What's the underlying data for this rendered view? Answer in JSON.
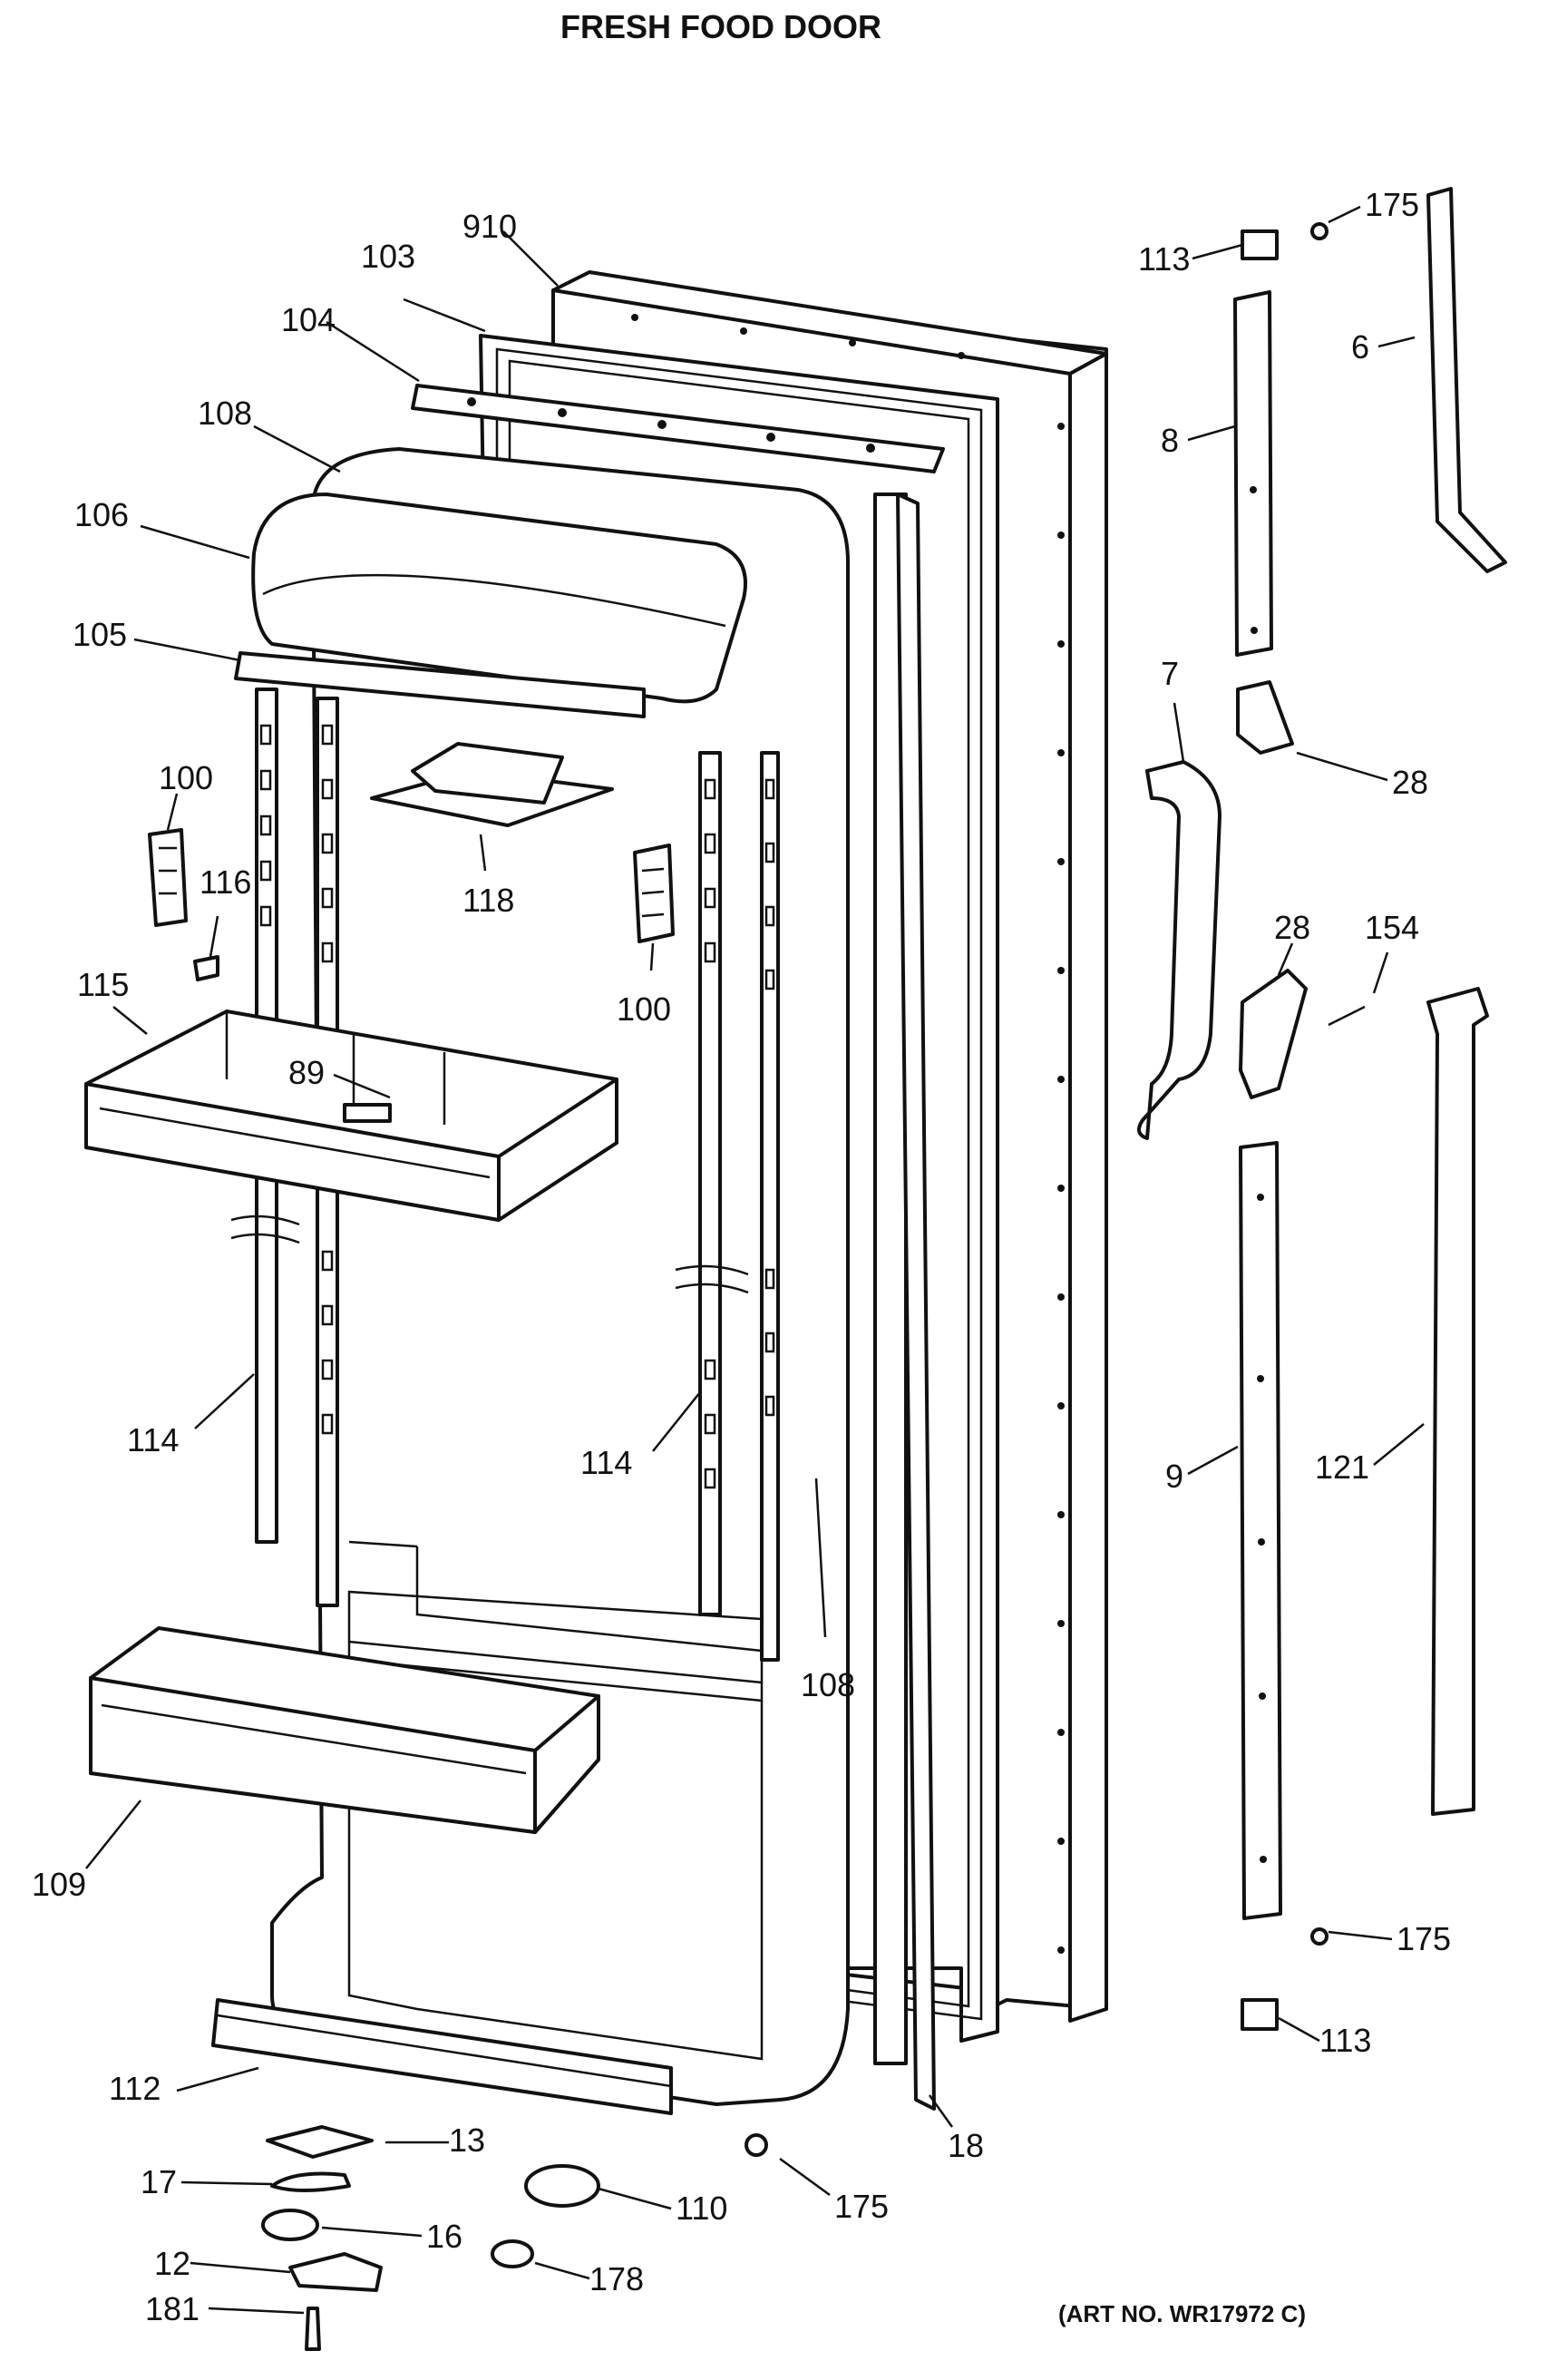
{
  "title": "FRESH FOOD DOOR",
  "art_number": "(ART NO. WR17972 C)",
  "callouts": [
    {
      "id": "c-910",
      "label": "910"
    },
    {
      "id": "c-103",
      "label": "103"
    },
    {
      "id": "c-104",
      "label": "104"
    },
    {
      "id": "c-108-top",
      "label": "108"
    },
    {
      "id": "c-106",
      "label": "106"
    },
    {
      "id": "c-105",
      "label": "105"
    },
    {
      "id": "c-100-left",
      "label": "100"
    },
    {
      "id": "c-116",
      "label": "116"
    },
    {
      "id": "c-118",
      "label": "118"
    },
    {
      "id": "c-100-right",
      "label": "100"
    },
    {
      "id": "c-115",
      "label": "115"
    },
    {
      "id": "c-89",
      "label": "89"
    },
    {
      "id": "c-114-left",
      "label": "114"
    },
    {
      "id": "c-114-right",
      "label": "114"
    },
    {
      "id": "c-108-lower",
      "label": "108"
    },
    {
      "id": "c-109",
      "label": "109"
    },
    {
      "id": "c-112",
      "label": "112"
    },
    {
      "id": "c-13",
      "label": "13"
    },
    {
      "id": "c-17",
      "label": "17"
    },
    {
      "id": "c-16",
      "label": "16"
    },
    {
      "id": "c-12",
      "label": "12"
    },
    {
      "id": "c-181",
      "label": "181"
    },
    {
      "id": "c-178",
      "label": "178"
    },
    {
      "id": "c-110",
      "label": "110"
    },
    {
      "id": "c-175-bottom",
      "label": "175"
    },
    {
      "id": "c-18",
      "label": "18"
    },
    {
      "id": "c-113-top",
      "label": "113"
    },
    {
      "id": "c-175-top",
      "label": "175"
    },
    {
      "id": "c-6",
      "label": "6"
    },
    {
      "id": "c-8",
      "label": "8"
    },
    {
      "id": "c-7",
      "label": "7"
    },
    {
      "id": "c-28-top",
      "label": "28"
    },
    {
      "id": "c-28-mid",
      "label": "28"
    },
    {
      "id": "c-154",
      "label": "154"
    },
    {
      "id": "c-9",
      "label": "9"
    },
    {
      "id": "c-121",
      "label": "121"
    },
    {
      "id": "c-175-right",
      "label": "175"
    },
    {
      "id": "c-113-bottom",
      "label": "113"
    }
  ]
}
